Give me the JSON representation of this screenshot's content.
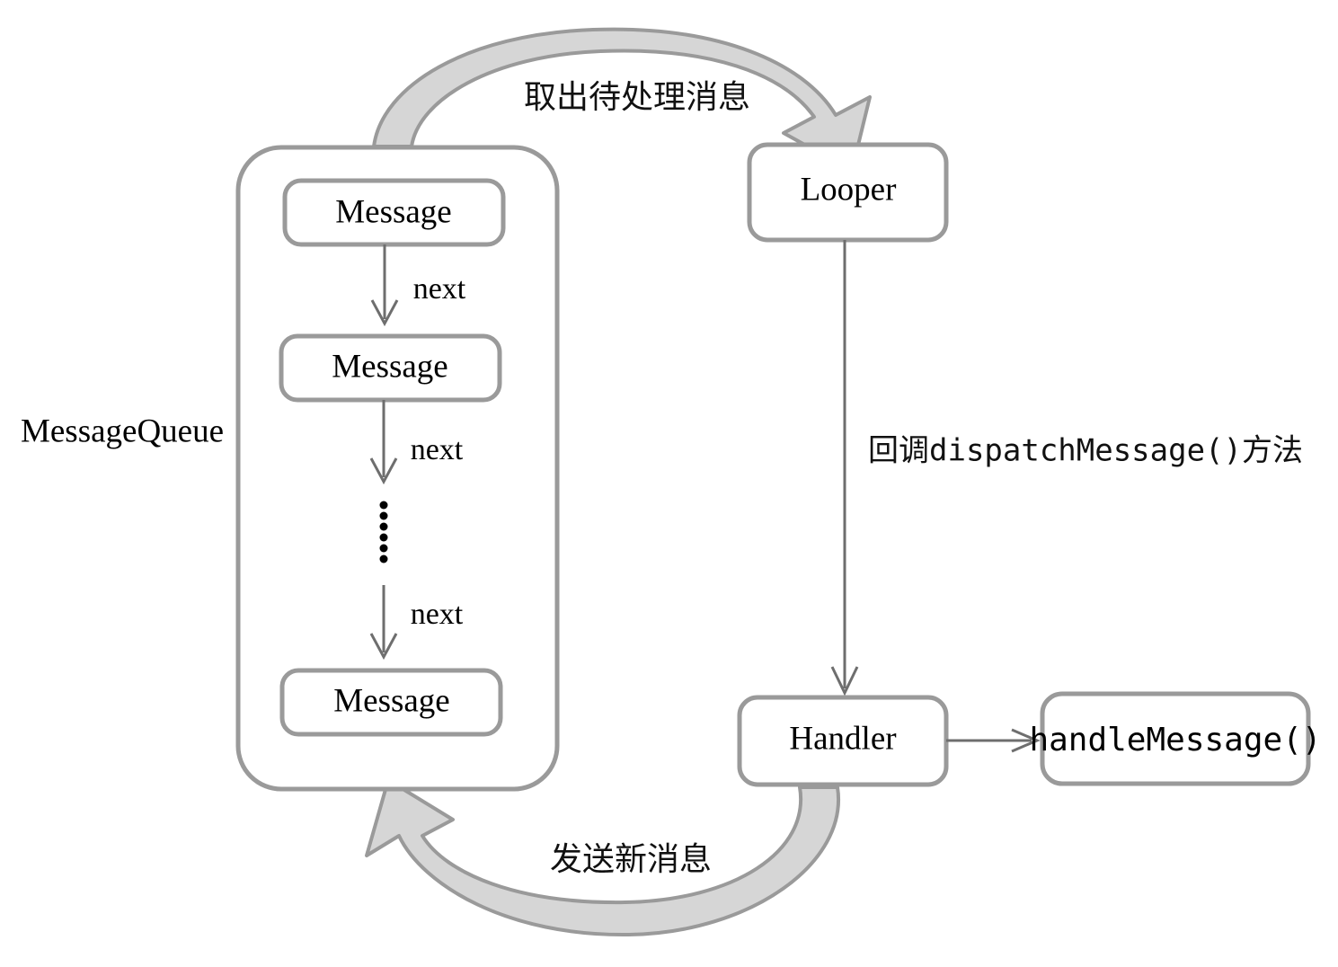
{
  "diagram": {
    "title": "Android MessageQueue Looper Handler flow",
    "colors": {
      "box_stroke": "#9a9a9a",
      "box_fill": "#ffffff",
      "thin_edge": "#6e6e6e",
      "block_arrow_fill": "#d6d6d6",
      "block_arrow_stroke": "#9a9a9a",
      "text": "#000000",
      "background": "#ffffff"
    }
  },
  "labels": {
    "message_queue": "MessageQueue"
  },
  "message_queue": {
    "messages": [
      {
        "label": "Message"
      },
      {
        "label": "Message"
      },
      {
        "label": "Message"
      }
    ],
    "next_edges": [
      {
        "label": "next"
      },
      {
        "label": "next"
      },
      {
        "label": "next"
      }
    ],
    "ellipsis_dots": 6
  },
  "nodes": {
    "looper": {
      "label": "Looper"
    },
    "handler": {
      "label": "Handler"
    },
    "handle_message": {
      "label": "handleMessage()"
    }
  },
  "flow_labels": {
    "take_message": "取出待处理消息",
    "dispatch_message": "回调dispatchMessage()方法",
    "send_message": "发送新消息"
  }
}
